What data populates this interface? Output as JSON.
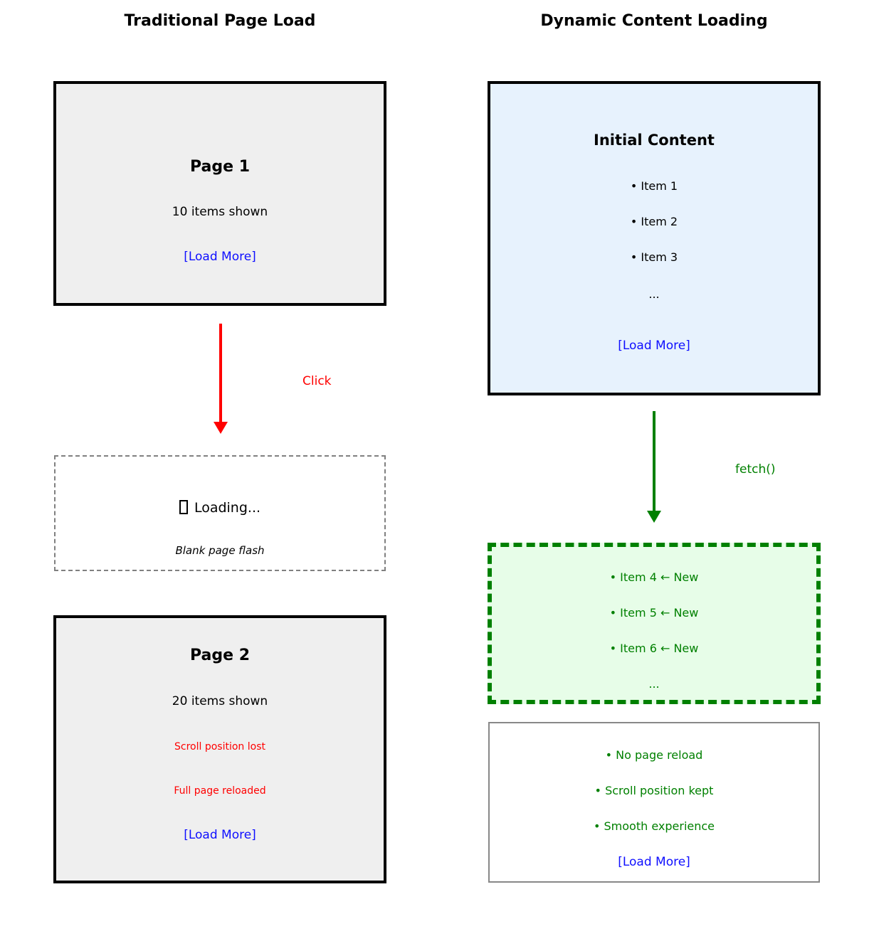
{
  "colors": {
    "red": "#ff0000",
    "green": "#008000",
    "blue": "#0f0fff",
    "gray_border": "#888888",
    "gray_dash": "#808080",
    "gray_fill": "#efefef",
    "blue_fill": "#e7f2fd",
    "green_fill": "#e7fde8"
  },
  "left": {
    "title": "Traditional Page Load",
    "page1": {
      "heading": "Page 1",
      "status": "10 items shown",
      "load_more": "[Load More]"
    },
    "click_label": "Click",
    "loading_box": {
      "icon": "missing-glyph-box (unrendered hourglass)",
      "text": "Loading...",
      "note": "Blank page flash"
    },
    "page2": {
      "heading": "Page 2",
      "status": "20 items shown",
      "warning1": "Scroll position lost",
      "warning2": "Full page reloaded",
      "load_more": "[Load More]"
    }
  },
  "right": {
    "title": "Dynamic Content Loading",
    "initial_box": {
      "heading": "Initial Content",
      "items": [
        "• Item 1",
        "• Item 2",
        "• Item 3",
        "..."
      ],
      "load_more": "[Load More]"
    },
    "fetch_label": "fetch()",
    "new_box": {
      "items": [
        "• Item 4 ← New",
        "• Item 5 ← New",
        "• Item 6 ← New",
        "..."
      ]
    },
    "benefits_box": {
      "items": [
        "• No page reload",
        "• Scroll position kept",
        "• Smooth experience"
      ],
      "load_more": "[Load More]"
    }
  }
}
